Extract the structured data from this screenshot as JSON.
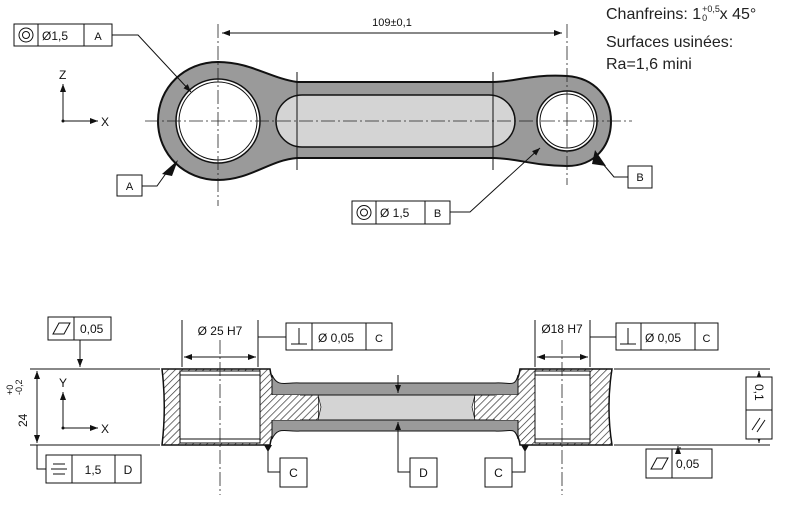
{
  "notes": {
    "chamfer_label": "Chanfreins: 1",
    "chamfer_tol_upper": "+0,5",
    "chamfer_tol_lower": "0",
    "chamfer_angle": " x 45°",
    "surfaces_line1": "Surfaces usinées:",
    "surfaces_line2": "Ra=1,6 mini"
  },
  "top_view": {
    "length_dim": "109±0,1",
    "axis_vertical": "Z",
    "axis_horizontal": "X",
    "fcf_a": {
      "symbol": "concentricity",
      "value": "Ø1,5",
      "datum": "A"
    },
    "fcf_b": {
      "symbol": "concentricity",
      "value": "Ø 1,5",
      "datum": "B"
    },
    "datum_a": "A",
    "datum_b": "B"
  },
  "side_view": {
    "axis_vertical": "Y",
    "axis_horizontal": "X",
    "bore_left": "Ø 25 H7",
    "bore_right": "Ø18 H7",
    "perp_left": {
      "symbol": "perpendicularity",
      "value": "Ø 0,05",
      "datum": "C"
    },
    "perp_right": {
      "symbol": "perpendicularity",
      "value": "Ø 0,05",
      "datum": "C"
    },
    "flatness_top": {
      "symbol": "flatness",
      "value": "0,05"
    },
    "flatness_bottom": {
      "symbol": "flatness",
      "value": "0,05"
    },
    "symmetry": {
      "symbol": "symmetry",
      "value": "1,5",
      "datum": "D"
    },
    "parallelism": {
      "symbol": "parallelism",
      "value": "0,1"
    },
    "thickness_dim": "24",
    "thickness_tol_upper": "+0",
    "thickness_tol_lower": "-0,2",
    "datum_c_left": "C",
    "datum_d": "D",
    "datum_c_right": "C"
  },
  "colors": {
    "part_fill": "#9a9a9a",
    "web_fill": "#d4d4d4",
    "line": "#111111"
  }
}
